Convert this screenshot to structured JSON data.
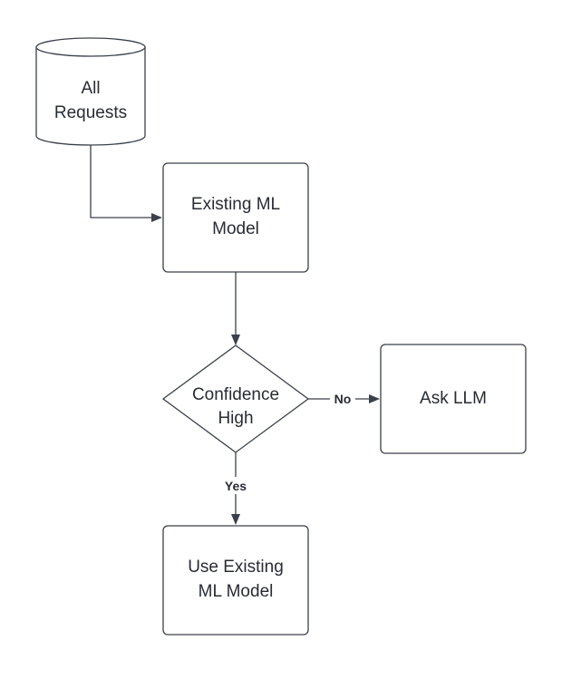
{
  "nodes": {
    "all_requests": {
      "line1": "All",
      "line2": "Requests"
    },
    "existing_model": {
      "line1": "Existing ML",
      "line2": "Model"
    },
    "confidence": {
      "line1": "Confidence",
      "line2": "High"
    },
    "ask_llm": {
      "label": "Ask LLM"
    },
    "use_existing": {
      "line1": "Use Existing",
      "line2": "ML Model"
    }
  },
  "edges": {
    "no_label": "No",
    "yes_label": "Yes"
  },
  "colors": {
    "stroke": "#3a414a",
    "text": "#282c33",
    "background": "#ffffff"
  }
}
